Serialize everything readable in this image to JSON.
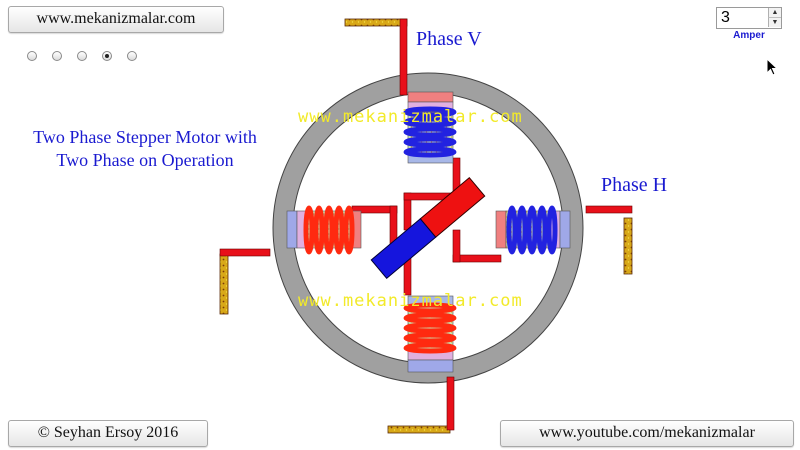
{
  "header": {
    "site_button": "www.mekanizmalar.com",
    "radio_count": 5,
    "selected_radio": 4
  },
  "title": {
    "line1": "Two Phase Stepper Motor with",
    "line2": "Two Phase on Operation"
  },
  "current": {
    "value": "3",
    "unit_label": "Amper",
    "up_glyph": "▲",
    "down_glyph": "▼"
  },
  "labels": {
    "phase_v": "Phase V",
    "phase_h": "Phase H",
    "watermark": "www.mekanizmalar.com"
  },
  "footer": {
    "copyright": "© Seyhan Ersoy 2016",
    "youtube": "www.youtube.com/mekanizmalar"
  },
  "colors": {
    "wire": "#e8101a",
    "stator": "#a0a0a0",
    "coil_energized": "#ff2a10",
    "coil_other": "#2222e0",
    "rotor_north": "#ee1111",
    "rotor_south": "#1515dd",
    "terminal": "#a85a18",
    "label_blue": "#1a1ad0"
  }
}
